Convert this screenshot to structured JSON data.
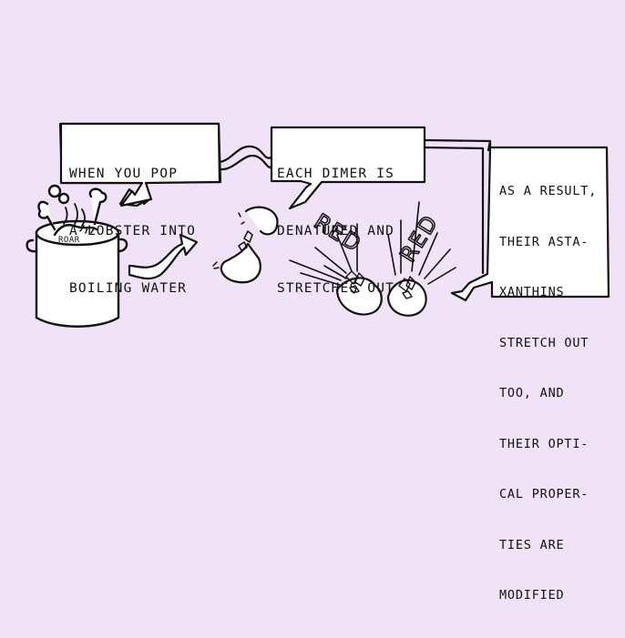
{
  "panels": [
    {
      "lines": [
        "WHEN YOU POP",
        "A LOBSTER INTO",
        "BOILING WATER"
      ]
    },
    {
      "lines": [
        "EACH DIMER IS",
        "DENATURED AND",
        "STRETCHES OUT"
      ]
    },
    {
      "lines": [
        "AS A RESULT,",
        "THEIR ASTA-",
        "XANTHINS",
        "STRETCH OUT",
        "TOO, AND",
        "THEIR OPTI-",
        "CAL PROPER-",
        "TIES ARE",
        "MODIFIED"
      ]
    }
  ],
  "pot_label": "ROAR",
  "color_labels": [
    "RED",
    "RED"
  ],
  "colors": {
    "background": "#f1e3f7",
    "ink": "#111111",
    "paper": "#ffffff"
  }
}
